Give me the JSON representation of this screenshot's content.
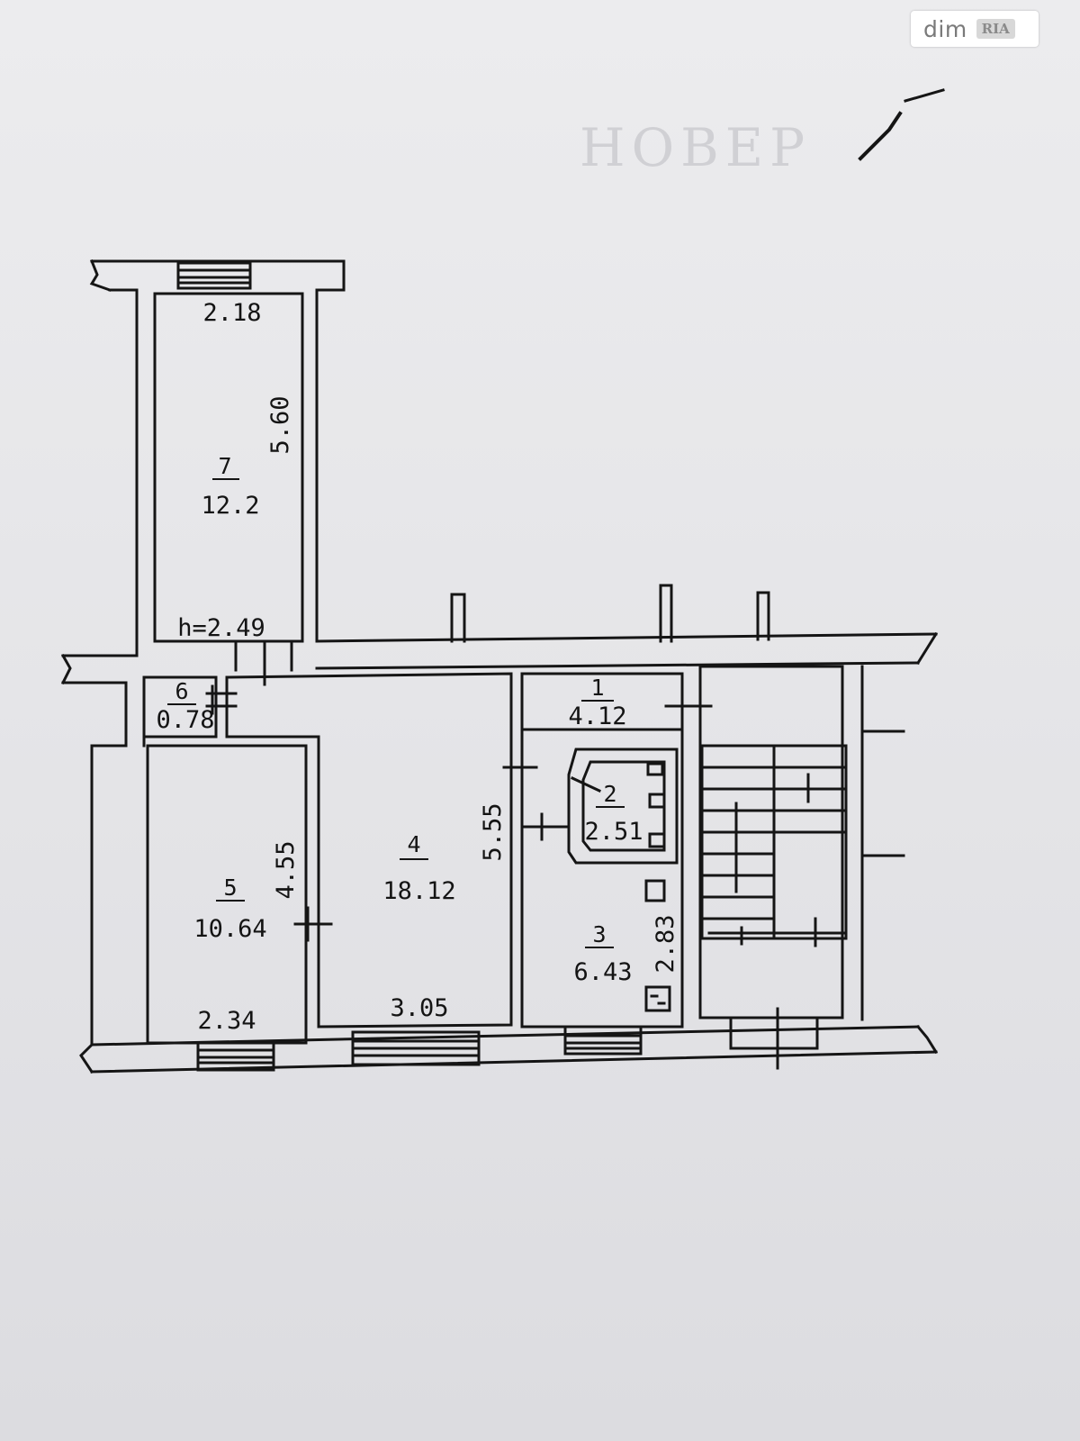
{
  "watermark": {
    "brand": "dim",
    "badge": "RIA"
  },
  "stamp": {
    "text": "НОВЕР"
  },
  "plan": {
    "ceiling_height": "h=2.49",
    "rooms": [
      {
        "number": "1",
        "area": "4.12"
      },
      {
        "number": "2",
        "area": "2.51"
      },
      {
        "number": "3",
        "area": "6.43"
      },
      {
        "number": "4",
        "area": "18.12"
      },
      {
        "number": "5",
        "area": "10.64"
      },
      {
        "number": "6",
        "area": "0.78"
      },
      {
        "number": "7",
        "area": "12.2"
      }
    ],
    "dimensions": {
      "room7_width": "2.18",
      "room7_length": "5.60",
      "room5_length": "4.55",
      "room5_width": "2.34",
      "room4_width": "3.05",
      "room4_length": "5.55",
      "room3_length": "2.83"
    }
  }
}
